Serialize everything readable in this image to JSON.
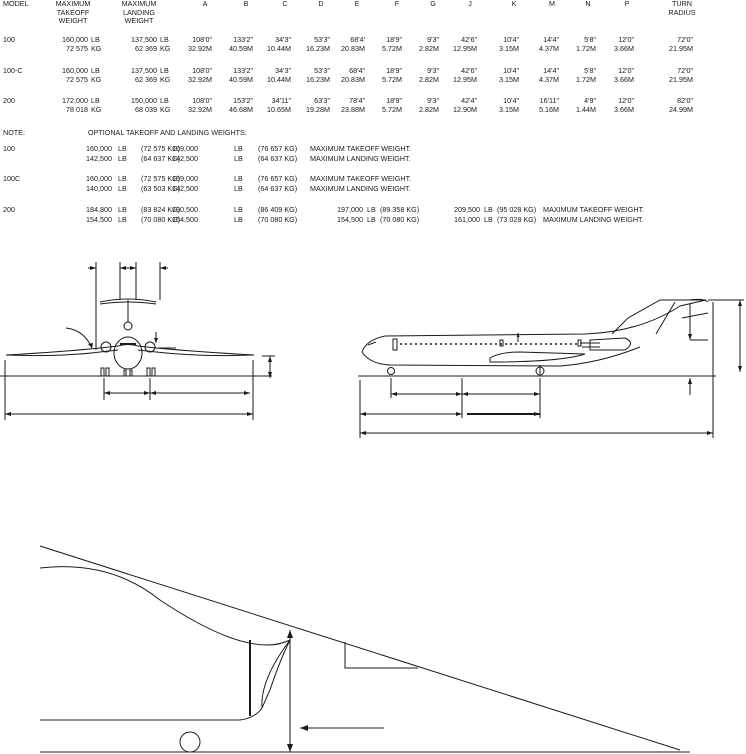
{
  "headers": {
    "model": "MODEL",
    "max_takeoff": [
      "MAXIMUM",
      "TAKEOFF",
      "WEIGHT"
    ],
    "max_landing": [
      "MAXIMUM",
      "LANDING",
      "WEIGHT"
    ],
    "cols": [
      "A",
      "B",
      "C",
      "D",
      "E",
      "F",
      "G",
      "J",
      "K",
      "M",
      "N",
      "P"
    ],
    "turn": [
      "TURN",
      "RADIUS"
    ]
  },
  "rows": [
    {
      "model": "100",
      "to_lb": "160,000",
      "to_lb_unit": "LB",
      "to_kg": "72 575",
      "to_kg_unit": "KG",
      "ld_lb": "137,500",
      "ld_lb_unit": "LB",
      "ld_kg": "62 369",
      "ld_kg_unit": "KG",
      "imp": [
        "108'0\"",
        "133'2\"",
        "34'3\"",
        "53'3\"",
        "68'4'",
        "18'9\"",
        "9'3\"",
        "42'6\"",
        "10'4\"",
        "14'4\"",
        "5'8\"",
        "12'0\"",
        "72'0\""
      ],
      "met": [
        "32.92M",
        "40.59M",
        "10.44M",
        "16.23M",
        "20.83M",
        "5.72M",
        "2.82M",
        "12.95M",
        "3.15M",
        "4.37M",
        "1.72M",
        "3.66M",
        "21.95M"
      ]
    },
    {
      "model": "100-C",
      "to_lb": "160,000",
      "to_lb_unit": "LB",
      "to_kg": "72 575",
      "to_kg_unit": "KG",
      "ld_lb": "137,500",
      "ld_lb_unit": "LB",
      "ld_kg": "62 369",
      "ld_kg_unit": "KG",
      "imp": [
        "108'0\"",
        "133'2\"",
        "34'3\"",
        "53'3\"",
        "68'4\"",
        "18'9\"",
        "9'3\"",
        "42'6\"",
        "10'4\"",
        "14'4\"",
        "5'8\"",
        "12'0\"",
        "72'0\""
      ],
      "met": [
        "32.92M",
        "40.59M",
        "10.44M",
        "16.23M",
        "20.83M",
        "5.72M",
        "2.82M",
        "12.95M",
        "3.15M",
        "4.37M",
        "1.72M",
        "3.66M",
        "21.95M"
      ]
    },
    {
      "model": "200",
      "to_lb": "172,000",
      "to_lb_unit": "LB",
      "to_kg": "78 018",
      "to_kg_unit": "KG",
      "ld_lb": "150,000",
      "ld_lb_unit": "LB",
      "ld_kg": "68 039",
      "ld_kg_unit": "KG",
      "imp": [
        "108'0\"",
        "153'2\"",
        "34'11\"",
        "63'3\"",
        "78'4\"",
        "18'9\"",
        "9'3\"",
        "42'4\"",
        "10'4\"",
        "16'11\"",
        "4'9\"",
        "12'0\"",
        "82'0\""
      ],
      "met": [
        "32.92M",
        "46.68M",
        "10.65M",
        "19.28M",
        "23.88M",
        "5.72M",
        "2.82M",
        "12.90M",
        "3.15M",
        "5.16M",
        "1.44M",
        "3.66M",
        "24.99M"
      ]
    }
  ],
  "note": {
    "label": "NOTE:",
    "title": "OPTIONAL TAKEOFF AND LANDING WEIGHTS:",
    "groups": [
      {
        "model": "100",
        "lines": [
          {
            "lb1": "160,000",
            "kg1": "(72 575 KG)",
            "lb2": "169,000",
            "kg2": "(76 657 KG)",
            "desc": "MAXIMUM TAKEOFF WEIGHT."
          },
          {
            "lb1": "142,500",
            "kg1": "(64 637 KG)",
            "lb2": "142,500",
            "kg2": "(64 637 KG)",
            "desc": "MAXIMUM LANDING WEIGHT."
          }
        ]
      },
      {
        "model": "100C",
        "lines": [
          {
            "lb1": "160,000",
            "kg1": "(72 575 KG)",
            "lb2": "169,000",
            "kg2": "(76 657 KG)",
            "desc": "MAXIMUM TAKEOFF WEIGHT."
          },
          {
            "lb1": "140,000",
            "kg1": "(63 503 KG)",
            "lb2": "142,500",
            "kg2": "(64 637 KG)",
            "desc": "MAXIMUM LANDING WEIGHT."
          }
        ]
      },
      {
        "model": "200",
        "lines": [
          {
            "lb1": "184,800",
            "kg1": "(83 824 KG)",
            "lb2": "190,500",
            "kg2": "(86 409 KG)",
            "lb3": "197,000",
            "kg3": "(89 358 KG)",
            "lb4": "209,500",
            "kg4": "(95 028 KG)",
            "desc": "MAXIMUM TAKEOFF WEIGHT."
          },
          {
            "lb1": "154,500",
            "kg1": "(70 080 KG)",
            "lb2": "154,500",
            "kg2": "(70 080 KG)",
            "lb3": "154,500",
            "kg3": "(70 080 KG)",
            "lb4": "161,000",
            "kg4": "(73 028 KG)",
            "desc": "MAXIMUM LANDING WEIGHT."
          }
        ]
      }
    ],
    "lb_unit": "LB"
  }
}
